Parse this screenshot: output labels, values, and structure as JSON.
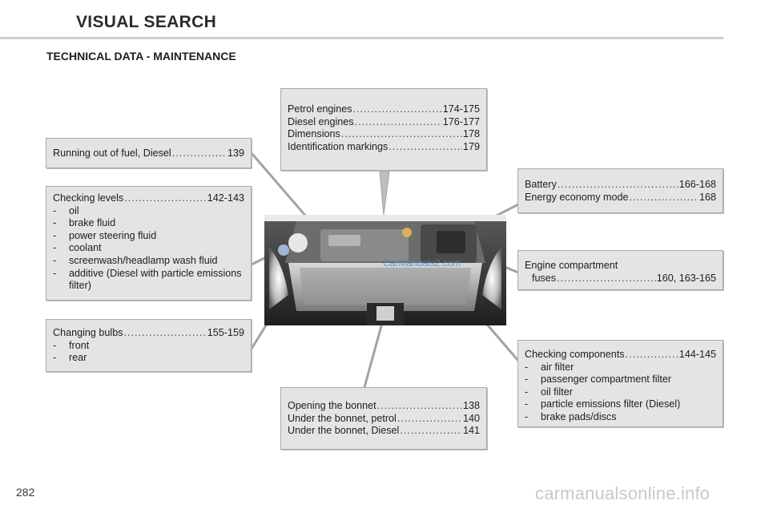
{
  "header": {
    "title": "VISUAL SEARCH",
    "subtitle": "TECHNICAL DATA - MAINTENANCE"
  },
  "boxes": {
    "engines": {
      "rows": [
        {
          "label": "Petrol engines",
          "page": "174-175"
        },
        {
          "label": "Diesel engines",
          "page": "176-177"
        },
        {
          "label": "Dimensions",
          "page": "178"
        },
        {
          "label": "Identification markings",
          "page": "179"
        }
      ]
    },
    "fuel": {
      "rows": [
        {
          "label": "Running out of fuel, Diesel",
          "page": "139"
        }
      ]
    },
    "levels": {
      "heading": {
        "label": "Checking levels",
        "page": "142-143"
      },
      "items": [
        "oil",
        "brake fluid",
        "power steering fluid",
        "coolant",
        "screenwash/headlamp wash fluid",
        "additive (Diesel with particle emissions filter)"
      ]
    },
    "bulbs": {
      "heading": {
        "label": "Changing bulbs",
        "page": "155-159"
      },
      "items": [
        "front",
        "rear"
      ]
    },
    "battery": {
      "rows": [
        {
          "label": "Battery",
          "page": "166-168"
        },
        {
          "label": "Energy economy mode",
          "page": "168"
        }
      ]
    },
    "fuses": {
      "line1": "Engine compartment",
      "row": {
        "label": "fuses",
        "page": "160, 163-165"
      }
    },
    "components": {
      "heading": {
        "label": "Checking components",
        "page": "144-145"
      },
      "items": [
        "air filter",
        "passenger compartment filter",
        "oil filter",
        "particle emissions filter (Diesel)",
        "brake pads/discs"
      ]
    },
    "bonnet": {
      "rows": [
        {
          "label": "Opening the bonnet",
          "page": "138"
        },
        {
          "label": "Under the bonnet, petrol",
          "page": "140"
        },
        {
          "label": "Under the bonnet, Diesel",
          "page": "141"
        }
      ]
    }
  },
  "image": {
    "watermark": "CarManuals2.com"
  },
  "footer": {
    "page_number": "282",
    "watermark": "carmanualsonline.info"
  },
  "colors": {
    "box_bg": "#e4e4e4",
    "box_border": "#a9a9a9",
    "rule": "#cfcfcf"
  }
}
